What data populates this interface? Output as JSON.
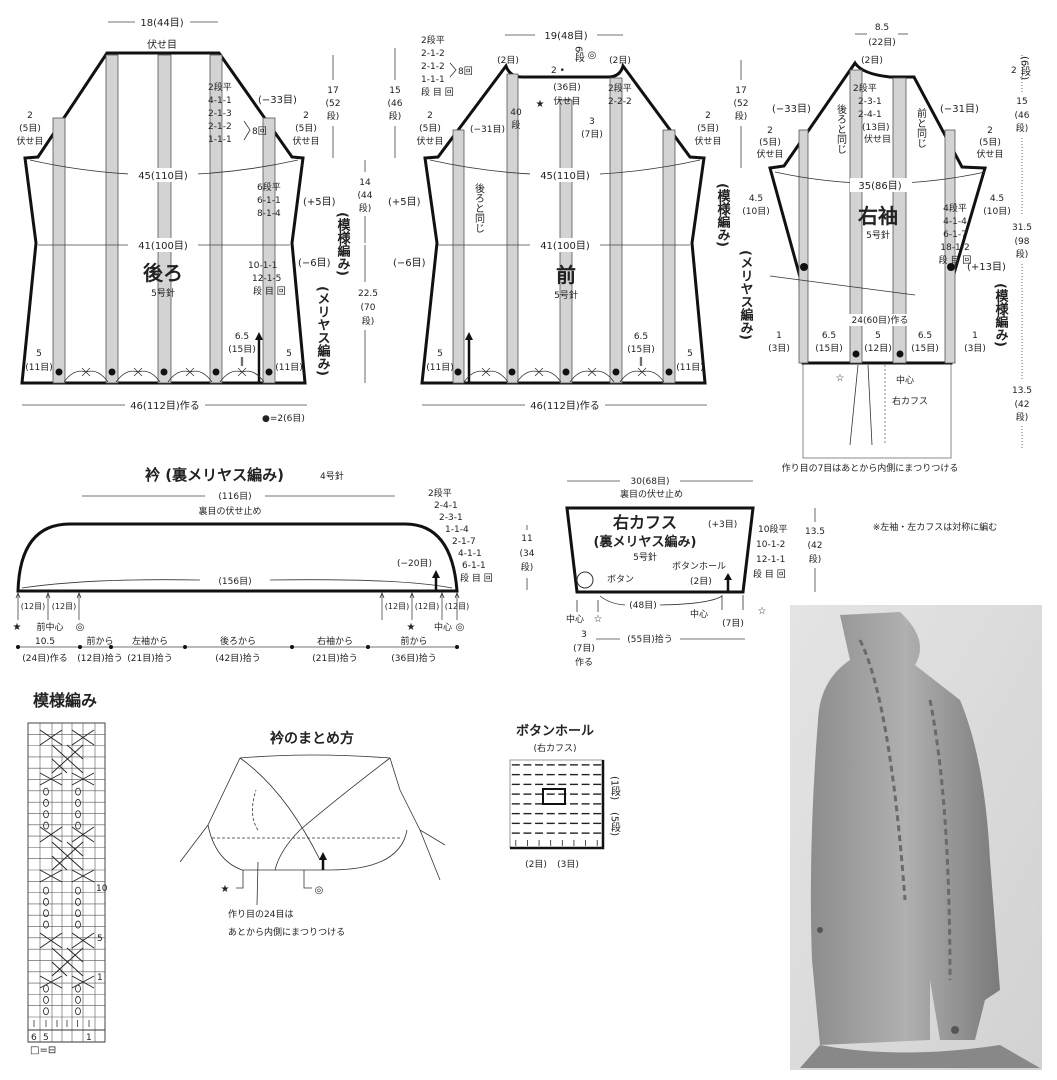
{
  "back": {
    "width_top": "18(44目)",
    "bind_off": "伏せ目",
    "raglan_rows": [
      "2段平",
      "4-1-1",
      "2-1-3",
      "2-1-2",
      "1-1-1"
    ],
    "raglan_times": "8回",
    "raglan_dec": "(−33目)",
    "armhole_left": [
      "2",
      "(5目)",
      "伏せ目"
    ],
    "armhole_right": [
      "2",
      "(5目)",
      "伏せ目"
    ],
    "chest": "45(110目)",
    "inc_rows": [
      "6段平",
      "6-1-1",
      "8-1-4"
    ],
    "inc": "(+5目)",
    "waist": "41(100目)",
    "title": "後ろ",
    "needle": "5号針",
    "dec_rows": [
      "10-1-1",
      "12-1-5",
      "段 目 回"
    ],
    "dec": "(−6目)",
    "cable_label": "(模様編み)",
    "stockinette_label": "(メリヤス編み)",
    "edge_left": [
      "5",
      "(11目)"
    ],
    "edge_right": [
      "5",
      "(11目)"
    ],
    "panel": [
      "6.5",
      "(15目)",
      "‖"
    ],
    "cast_on": "46(112目)作る",
    "legend": "●=2(6目)",
    "heights": [
      [
        "17",
        "(52",
        "段)"
      ],
      [
        "14",
        "(44",
        "段)"
      ],
      [
        "22.5",
        "(70",
        "段)"
      ]
    ],
    "cross": "×"
  },
  "front": {
    "raglan_rows": [
      "2段平",
      "2-1-2",
      "2-1-2",
      "1-1-1",
      "段 目 回"
    ],
    "raglan_times": "8回",
    "height_raglan": [
      "15",
      "(46",
      "段)"
    ],
    "width_top": "19(48目)",
    "neck_left": "(2目)",
    "neck_right": "(2目)",
    "neck_rows": "6段",
    "circle_mark": "◎",
    "neck_depth": "2 •",
    "neck_bind": [
      "(36目)",
      "伏せ目"
    ],
    "star": "★",
    "neck_dec_rows": [
      "2段平",
      "2-2-2"
    ],
    "neck_side": [
      "3",
      "(7目)"
    ],
    "neck_rows_40": [
      "40",
      "段"
    ],
    "raglan_dec": "(−31目)",
    "armhole_left": [
      "2",
      "(5目)",
      "伏せ目"
    ],
    "armhole_right": [
      "2",
      "(5目)",
      "伏せ目"
    ],
    "chest": "45(110目)",
    "inc": "(+5目)",
    "same_as_back": "後ろと同じ",
    "waist": "41(100目)",
    "dec": "(−6目)",
    "title": "前",
    "needle": "5号針",
    "edge_left": [
      "5",
      "(11目)"
    ],
    "edge_right": [
      "5",
      "(11目)"
    ],
    "panel": [
      "6.5",
      "(15目)",
      "‖"
    ],
    "cable_label": "(模様編み)",
    "stockinette_label": "(メリヤス編み)",
    "cast_on": "46(112目)作る",
    "height_right": [
      "17",
      "(52",
      "段)"
    ]
  },
  "sleeve": {
    "width_top": [
      "8.5",
      "(22目)"
    ],
    "peak": "(2目)",
    "top_rows": [
      "2段平",
      "2-3-1",
      "2-4-1",
      "(13目)",
      "伏せ目"
    ],
    "same_as_back": "後ろと同じ",
    "same_as_front": "前と同じ",
    "dec_left": "(−33目)",
    "dec_right": "(−31目)",
    "armhole_left": [
      "2",
      "(5目)",
      "伏せ目"
    ],
    "armhole_right": [
      "2",
      "(5目)",
      "伏せ目"
    ],
    "width": "35(86目)",
    "side_left": [
      "4.5",
      "(10目)"
    ],
    "side_right": [
      "4.5",
      "(10目)"
    ],
    "title": "右袖",
    "needle": "5号針",
    "inc_rows": [
      "4段平",
      "4-1-4",
      "6-1-7",
      "18-1-2",
      "段 目 回"
    ],
    "inc": "(+13目)",
    "cast_on": "24(60目)作る",
    "bottom": [
      [
        "1",
        "(3目)"
      ],
      [
        "6.5",
        "(15目)"
      ],
      [
        "5",
        "(12目)"
      ],
      [
        "6.5",
        "(15目)"
      ],
      [
        "1",
        "(3目)"
      ]
    ],
    "white_star": "☆",
    "center": "中心",
    "cuff": "右カフス",
    "note": "作り目の7目はあとから内側にまつりつける",
    "heights": [
      [
        "2",
        "(6段)"
      ],
      [
        "15",
        "(46",
        "段)"
      ],
      [
        "31.5",
        "(98",
        "段)"
      ],
      [
        "13.5",
        "(42",
        "段)"
      ]
    ],
    "cable_label": "(模様編み)"
  },
  "collar": {
    "title": "衿 (裏メリヤス編み)",
    "needle": "4号針",
    "top_width": "(116目)",
    "bind_off": "裏目の伏せ止め",
    "rows": [
      "2段平",
      "2-4-1",
      "2-3-1",
      "1-1-4",
      "2-1-7",
      "4-1-1",
      "6-1-1",
      "段 目 回"
    ],
    "height": [
      "11",
      "(34",
      "段)"
    ],
    "base_width": "(156目)",
    "dec": "(−20目)",
    "twelve": [
      "(12目)",
      "(12目)",
      "(12目)",
      "(12目)",
      "(12目)"
    ],
    "marks": [
      "★",
      "前中心",
      "◎",
      "★",
      "中心",
      "◎"
    ],
    "segments": [
      [
        "10.5",
        "(24目)作る"
      ],
      [
        "前から",
        "(12目)拾う"
      ],
      [
        "左袖から",
        "(21目)拾う"
      ],
      [
        "後ろから",
        "(42目)拾う"
      ],
      [
        "右袖から",
        "(21目)拾う"
      ],
      [
        "前から",
        "(36目)拾う"
      ]
    ]
  },
  "cuff": {
    "width": "30(68目)",
    "bind_off": "裏目の伏せ止め",
    "title": "右カフス",
    "subtitle": "(裏メリヤス編み)",
    "needle": "5号針",
    "inc": "(+3目)",
    "rows": [
      "10段平",
      "10-1-2",
      "12-1-1",
      "段 目 回"
    ],
    "height": [
      "13.5",
      "(42",
      "段)"
    ],
    "button": "ボタン",
    "buttonhole": "ボタンホール",
    "buttonhole_sts": "(2目)",
    "span": "(48目)",
    "center_a": "中心",
    "seven": "(7目)",
    "star_a": "☆",
    "center_b": "中心",
    "star_b": "☆",
    "cast_on": [
      "3",
      "(7目)",
      "作る"
    ],
    "pick_up": "(55目)拾う",
    "note": "※左袖・左カフスは対称に編む"
  },
  "pattern": {
    "title": "模様編み",
    "row_numbers": [
      "10",
      "5",
      "1"
    ],
    "col_numbers": [
      "6",
      "5",
      "1"
    ],
    "legend": "□=⊟"
  },
  "assembly": {
    "title": "衿のまとめ方",
    "star": "★",
    "circle": "◎",
    "note": [
      "作り目の24目は",
      "あとから内側にまつりつける"
    ]
  },
  "buttonhole_chart": {
    "title": "ボタンホール",
    "subtitle": "(右カフス)",
    "rows": [
      "(1段)",
      "(5段)"
    ],
    "cols": [
      "(2目)",
      "(3目)"
    ]
  }
}
